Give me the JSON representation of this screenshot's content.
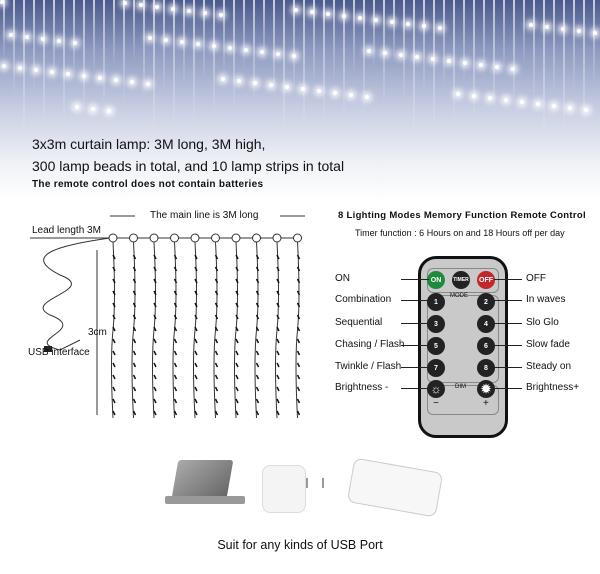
{
  "banner": {
    "line1": "3x3m curtain lamp: 3M long, 3M high,",
    "line2": "300 lamp beads in total, and 10 lamp strips in total",
    "line3": "The remote control does not contain batteries"
  },
  "diagram": {
    "main_line": "The main line is 3M long",
    "lead_length": "Lead length 3M",
    "spacing": "3cm",
    "usb": "USB interface"
  },
  "remote": {
    "title": "8 Lighting Modes Memory Function Remote Control",
    "timer_note": "Timer function : 6 Hours on and 18 Hours off per day",
    "buttons": {
      "on": "ON",
      "timer": "TIMER",
      "off": "OFF",
      "mode": "MODE",
      "dim": "DIM",
      "minus": "−",
      "plus": "+"
    },
    "left_labels": [
      "ON",
      "Combination",
      "Sequential",
      "Chasing / Flash",
      "Twinkle / Flash",
      "Brightness -"
    ],
    "right_labels": [
      "OFF",
      "In waves",
      "Slo Glo",
      "Slow fade",
      "Steady on",
      "Brightness+"
    ],
    "numbers": [
      "1",
      "2",
      "3",
      "4",
      "5",
      "6",
      "7",
      "8"
    ],
    "colors": {
      "on": "#1f8a3c",
      "off": "#c0282a",
      "body": "#c9c9c9"
    }
  },
  "footer": {
    "caption": "Suit for any kinds of USB Port"
  }
}
